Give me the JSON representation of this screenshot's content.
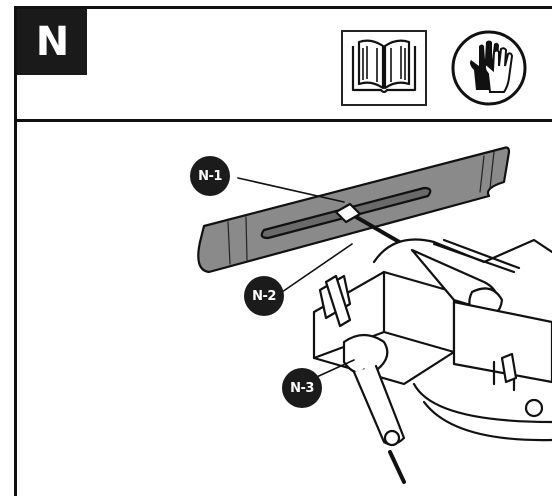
{
  "step": {
    "letter": "N"
  },
  "icons": {
    "manual": "read-manual-icon",
    "gloves": "wear-gloves-icon"
  },
  "callouts": [
    {
      "label": "N-1"
    },
    {
      "label": "N-2"
    },
    {
      "label": "N-3"
    }
  ]
}
